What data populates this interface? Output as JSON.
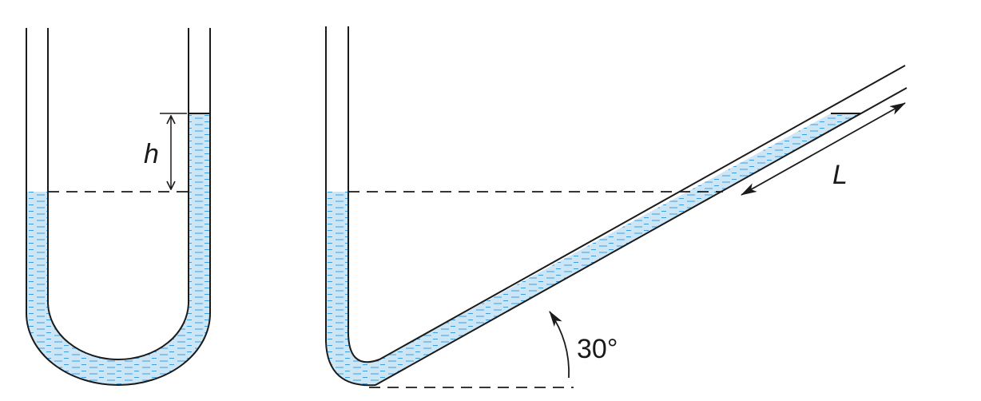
{
  "labels": {
    "height_symbol": "h",
    "length_symbol": "L",
    "angle": "30°"
  },
  "colors": {
    "liquid_fill": "#cde6f6",
    "liquid_hatch": "#3a9ee0",
    "tube_wall": "#1a1a1a",
    "background": "#ffffff"
  }
}
